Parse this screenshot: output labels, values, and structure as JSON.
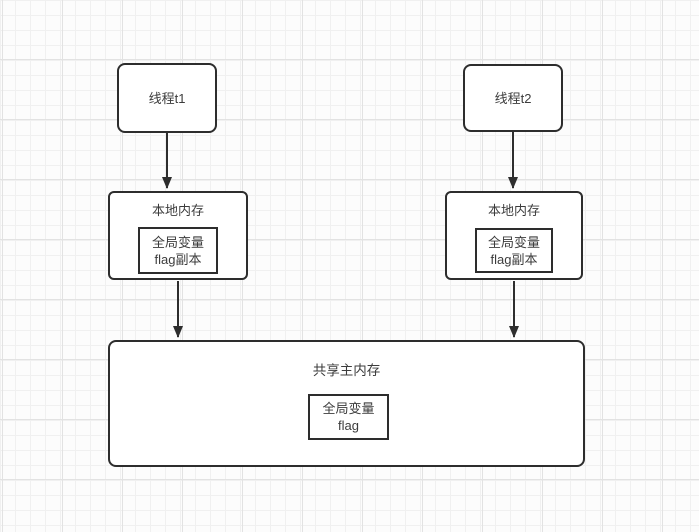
{
  "canvas": {
    "description": "thread-memory-model-diagram"
  },
  "colors": {
    "background": "#fcfcfc",
    "grid_minor": "#f0f0f0",
    "grid_major": "#e2e2e2",
    "border": "#2d2d2d",
    "text": "#3c3c3c"
  },
  "nodes": {
    "thread_t1": {
      "label": "线程t1"
    },
    "thread_t2": {
      "label": "线程t2"
    },
    "local_memory_left": {
      "title": "本地内存",
      "inner_line1": "全局变量",
      "inner_line2": "flag副本"
    },
    "local_memory_right": {
      "title": "本地内存",
      "inner_line1": "全局变量",
      "inner_line2": "flag副本"
    },
    "main_memory": {
      "title": "共享主内存",
      "inner_line1": "全局变量",
      "inner_line2": "flag"
    }
  }
}
